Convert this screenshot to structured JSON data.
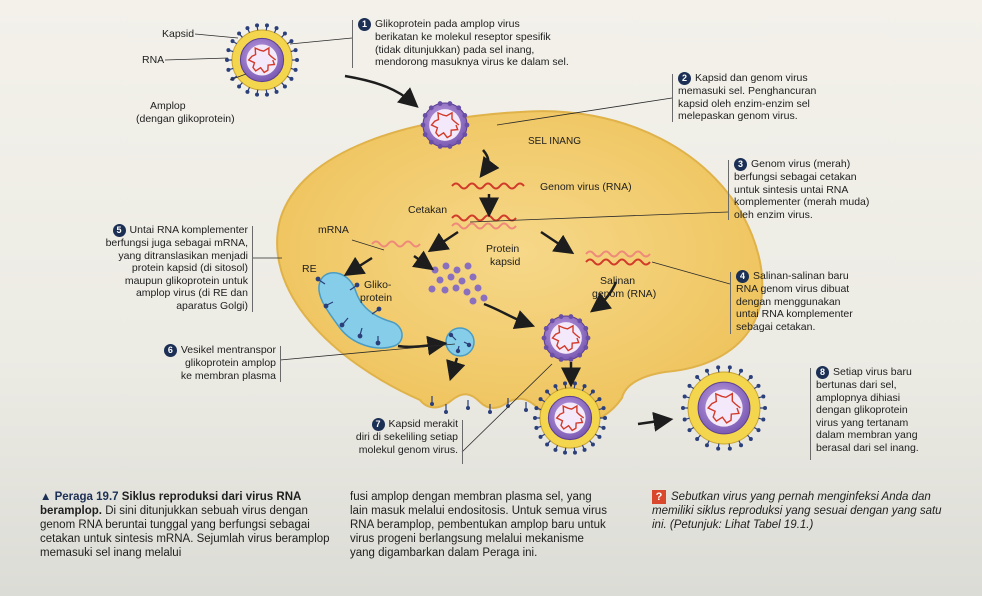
{
  "labels": {
    "kapsid": "Kapsid",
    "rna": "RNA",
    "amplop": "Amplop",
    "amplop_sub": "(dengan glikoprotein)",
    "sel_inang": "SEL INANG",
    "genom_virus": "Genom virus (RNA)",
    "cetakan": "Cetakan",
    "mrna": "mRNA",
    "re": "RE",
    "gliko": "Gliko-",
    "protein": "protein",
    "protein_kapsid_1": "Protein",
    "protein_kapsid_2": "kapsid",
    "salinan_1": "Salinan",
    "salinan_2": "genom (RNA)"
  },
  "steps": [
    {
      "num": "1",
      "lines": [
        "Glikoprotein pada amplop virus",
        "berikatan ke molekul reseptor spesifik",
        "(tidak ditunjukkan) pada sel inang,",
        "mendorong masuknya virus ke dalam sel."
      ]
    },
    {
      "num": "2",
      "lines": [
        "Kapsid dan genom virus",
        "memasuki sel. Penghancuran",
        "kapsid oleh enzim-enzim sel",
        "melepaskan genom virus."
      ]
    },
    {
      "num": "3",
      "lines": [
        "Genom virus (merah)",
        "berfungsi sebagai cetakan",
        "untuk sintesis untai RNA",
        "komplementer (merah muda)",
        "oleh enzim virus."
      ]
    },
    {
      "num": "4",
      "lines": [
        "Salinan-salinan baru",
        "RNA genom virus dibuat",
        "dengan menggunakan",
        "untai RNA komplementer",
        "sebagai cetakan."
      ]
    },
    {
      "num": "5",
      "lines": [
        "Untai RNA komplementer",
        "berfungsi juga sebagai mRNA,",
        "yang ditranslasikan menjadi",
        "protein kapsid (di sitosol)",
        "maupun glikoprotein untuk",
        "amplop virus (di RE dan",
        "aparatus Golgi)"
      ]
    },
    {
      "num": "6",
      "lines": [
        "Vesikel mentranspor",
        "glikoprotein amplop",
        "ke membran plasma"
      ]
    },
    {
      "num": "7",
      "lines": [
        "Kapsid merakit",
        "diri di sekeliling setiap",
        "molekul genom virus."
      ]
    },
    {
      "num": "8",
      "lines": [
        "Setiap virus baru",
        "bertunas dari sel,",
        "amplopnya dihiasi",
        "dengan glikoprotein",
        "virus yang tertanam",
        "dalam membran yang",
        "berasal dari sel inang."
      ]
    }
  ],
  "caption": {
    "marker": "▲",
    "figure": "Peraga 19.7",
    "title": "Siklus reproduksi dari virus RNA beramplop.",
    "col1": "Di sini ditunjukkan sebuah virus dengan genom RNA beruntai tunggal yang berfungsi sebagai cetakan untuk sintesis mRNA. Sejumlah virus beramplop memasuki sel inang melalui",
    "col2": "fusi amplop dengan membran plasma sel, yang lain masuk melalui endositosis. Untuk semua virus RNA beramplop, pembentukan amplop baru untuk virus progeni berlangsung melalui mekanisme yang digambarkan dalam Peraga ini."
  },
  "question": {
    "icon": "?",
    "text": "Sebutkan virus yang pernah menginfeksi Anda dan memiliki siklus reproduksi yang sesuai dengan yang satu ini. (Petunjuk: Lihat Tabel 19.1.)"
  },
  "colors": {
    "cell": "#f2cf6e",
    "cell_edge": "#e0b24a",
    "capsid": "#8b6fbf",
    "envelope": "#f3d54e",
    "rna_red": "#d23a2a",
    "rna_pink": "#ef8a7a",
    "er": "#7ecbea",
    "step_badge": "#1c2f55",
    "question_icon": "#d9482c"
  }
}
